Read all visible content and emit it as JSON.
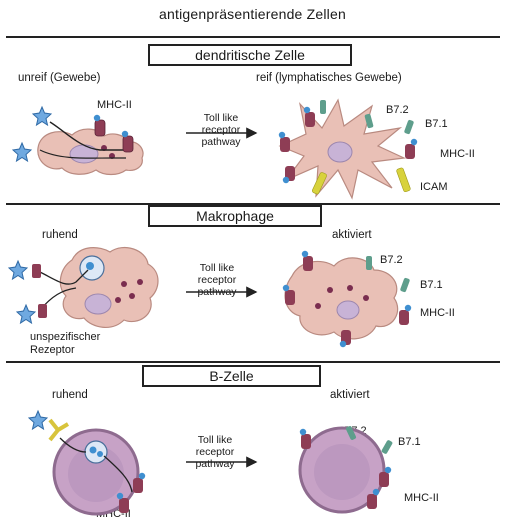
{
  "title": "antigenpräsentierende Zellen",
  "panels": [
    {
      "name": "dendritische Zelle",
      "left_state": "unreif (Gewebe)",
      "right_state": "reif (lymphatisches Gewebe)",
      "arrow_text": "Toll like\nreceptor\npathway",
      "left_labels": [
        "MHC-II"
      ],
      "right_labels": [
        "B7.2",
        "B7.1",
        "MHC-II",
        "ICAM"
      ]
    },
    {
      "name": "Makrophage",
      "left_state": "ruhend",
      "right_state": "aktiviert",
      "arrow_text": "Toll like\nreceptor\npathway",
      "left_labels": [
        "unspezifischer",
        "Rezeptor"
      ],
      "right_labels": [
        "B7.2",
        "B7.1",
        "MHC-II"
      ]
    },
    {
      "name": "B-Zelle",
      "left_state": "ruhend",
      "right_state": "aktiviert",
      "arrow_text": "Toll like\nreceptor\npathway",
      "left_labels": [
        "MHC-II"
      ],
      "right_labels": [
        "B7.2",
        "B7.1",
        "MHC-II"
      ]
    }
  ],
  "colors": {
    "cell": "#e9c0b6",
    "cell_stroke": "#b98a80",
    "nucleus": "#c8b3d6",
    "bcell": "#c7a2c6",
    "bcell_stroke": "#8e6b8f",
    "mhc": "#8e3d55",
    "blue_tip": "#3f8fd0",
    "b7": "#5e9e8c",
    "icam": "#d8d23c",
    "antigen": "#6fa9e0"
  }
}
